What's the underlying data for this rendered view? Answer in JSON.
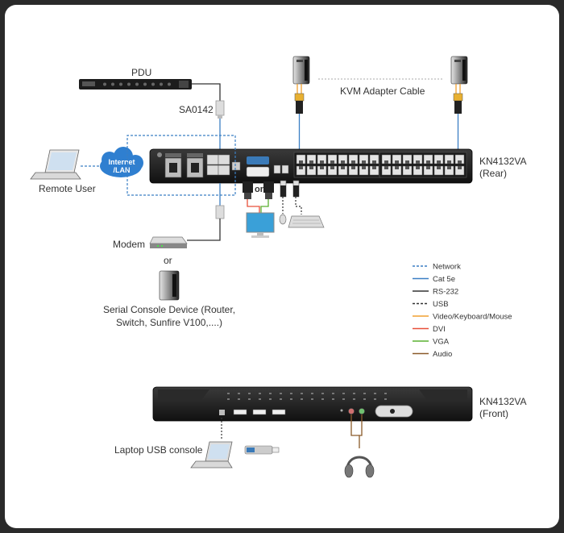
{
  "labels": {
    "pdu": "PDU",
    "sa0142": "SA0142",
    "kvm_adapter_cable": "KVM Adapter Cable",
    "remote_user": "Remote User",
    "internet_lan_line1": "Internet",
    "internet_lan_line2": "/LAN",
    "rear_model": "KN4132VA",
    "rear_sub": "(Rear)",
    "modem": "Modem",
    "or_1": "or",
    "or_small": "or",
    "serial_line1": "Serial Console Device (Router,",
    "serial_line2": "Switch, Sunfire V100,....)",
    "front_model": "KN4132VA",
    "front_sub": "(Front)",
    "laptop_usb": "Laptop USB console"
  },
  "legend": [
    {
      "label": "Network",
      "color": "#3b7fc4",
      "style": "dashed"
    },
    {
      "label": "Cat 5e",
      "color": "#3b7fc4",
      "style": "solid"
    },
    {
      "label": "RS-232",
      "color": "#333333",
      "style": "solid"
    },
    {
      "label": "USB",
      "color": "#333333",
      "style": "dashed"
    },
    {
      "label": "Video/Keyboard/Mouse",
      "color": "#f0a030",
      "style": "solid"
    },
    {
      "label": "DVI",
      "color": "#e8503a",
      "style": "solid"
    },
    {
      "label": "VGA",
      "color": "#5ab030",
      "style": "solid"
    },
    {
      "label": "Audio",
      "color": "#8a5a2a",
      "style": "solid"
    }
  ]
}
